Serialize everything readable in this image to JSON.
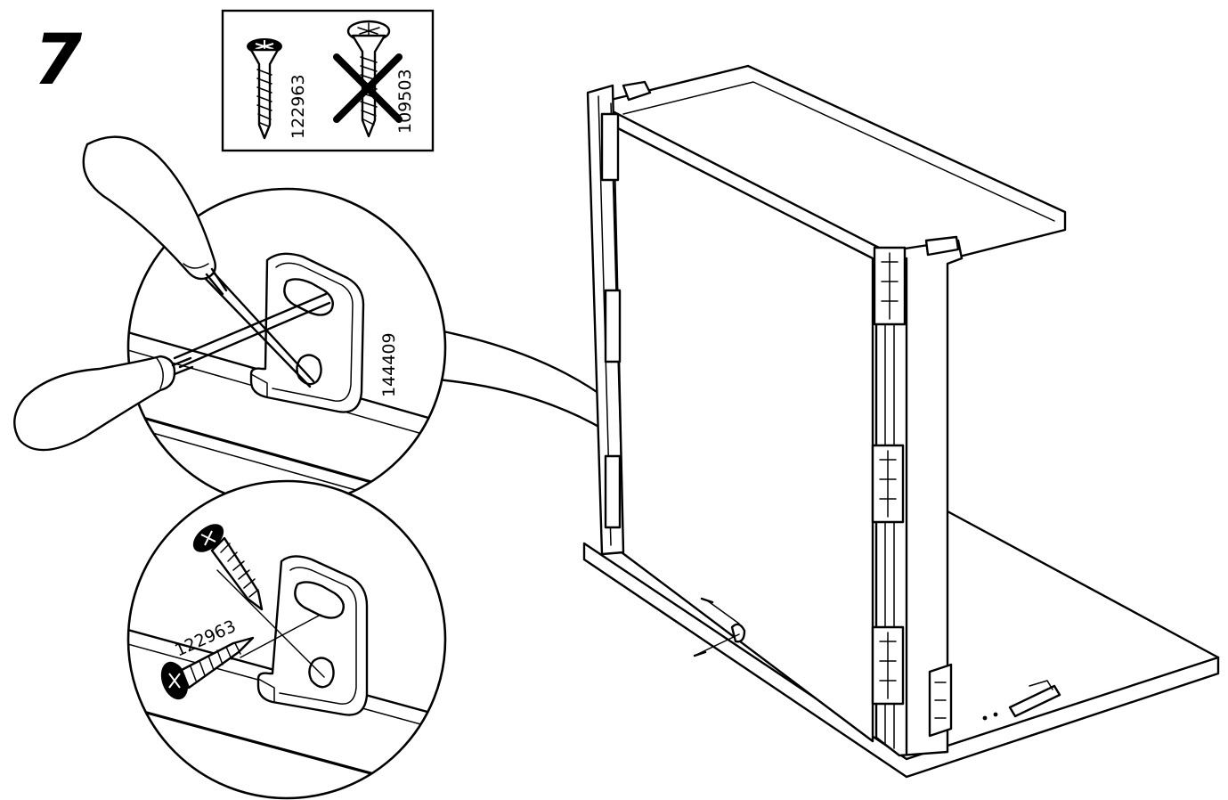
{
  "step": {
    "number": "7"
  },
  "parts_box": {
    "allowed_screw": {
      "part_number": "122963",
      "status": "use"
    },
    "forbidden_screw": {
      "part_number": "109503",
      "status": "do-not-use"
    }
  },
  "detail_top": {
    "bracket_part_number": "144409"
  },
  "detail_bottom": {
    "screw_part_number": "122963"
  },
  "icons": {
    "screwdriver": "screwdriver-icon",
    "screw": "screw-icon",
    "cross": "cross-out-icon"
  },
  "colors": {
    "line": "#000000",
    "background": "#ffffff"
  }
}
